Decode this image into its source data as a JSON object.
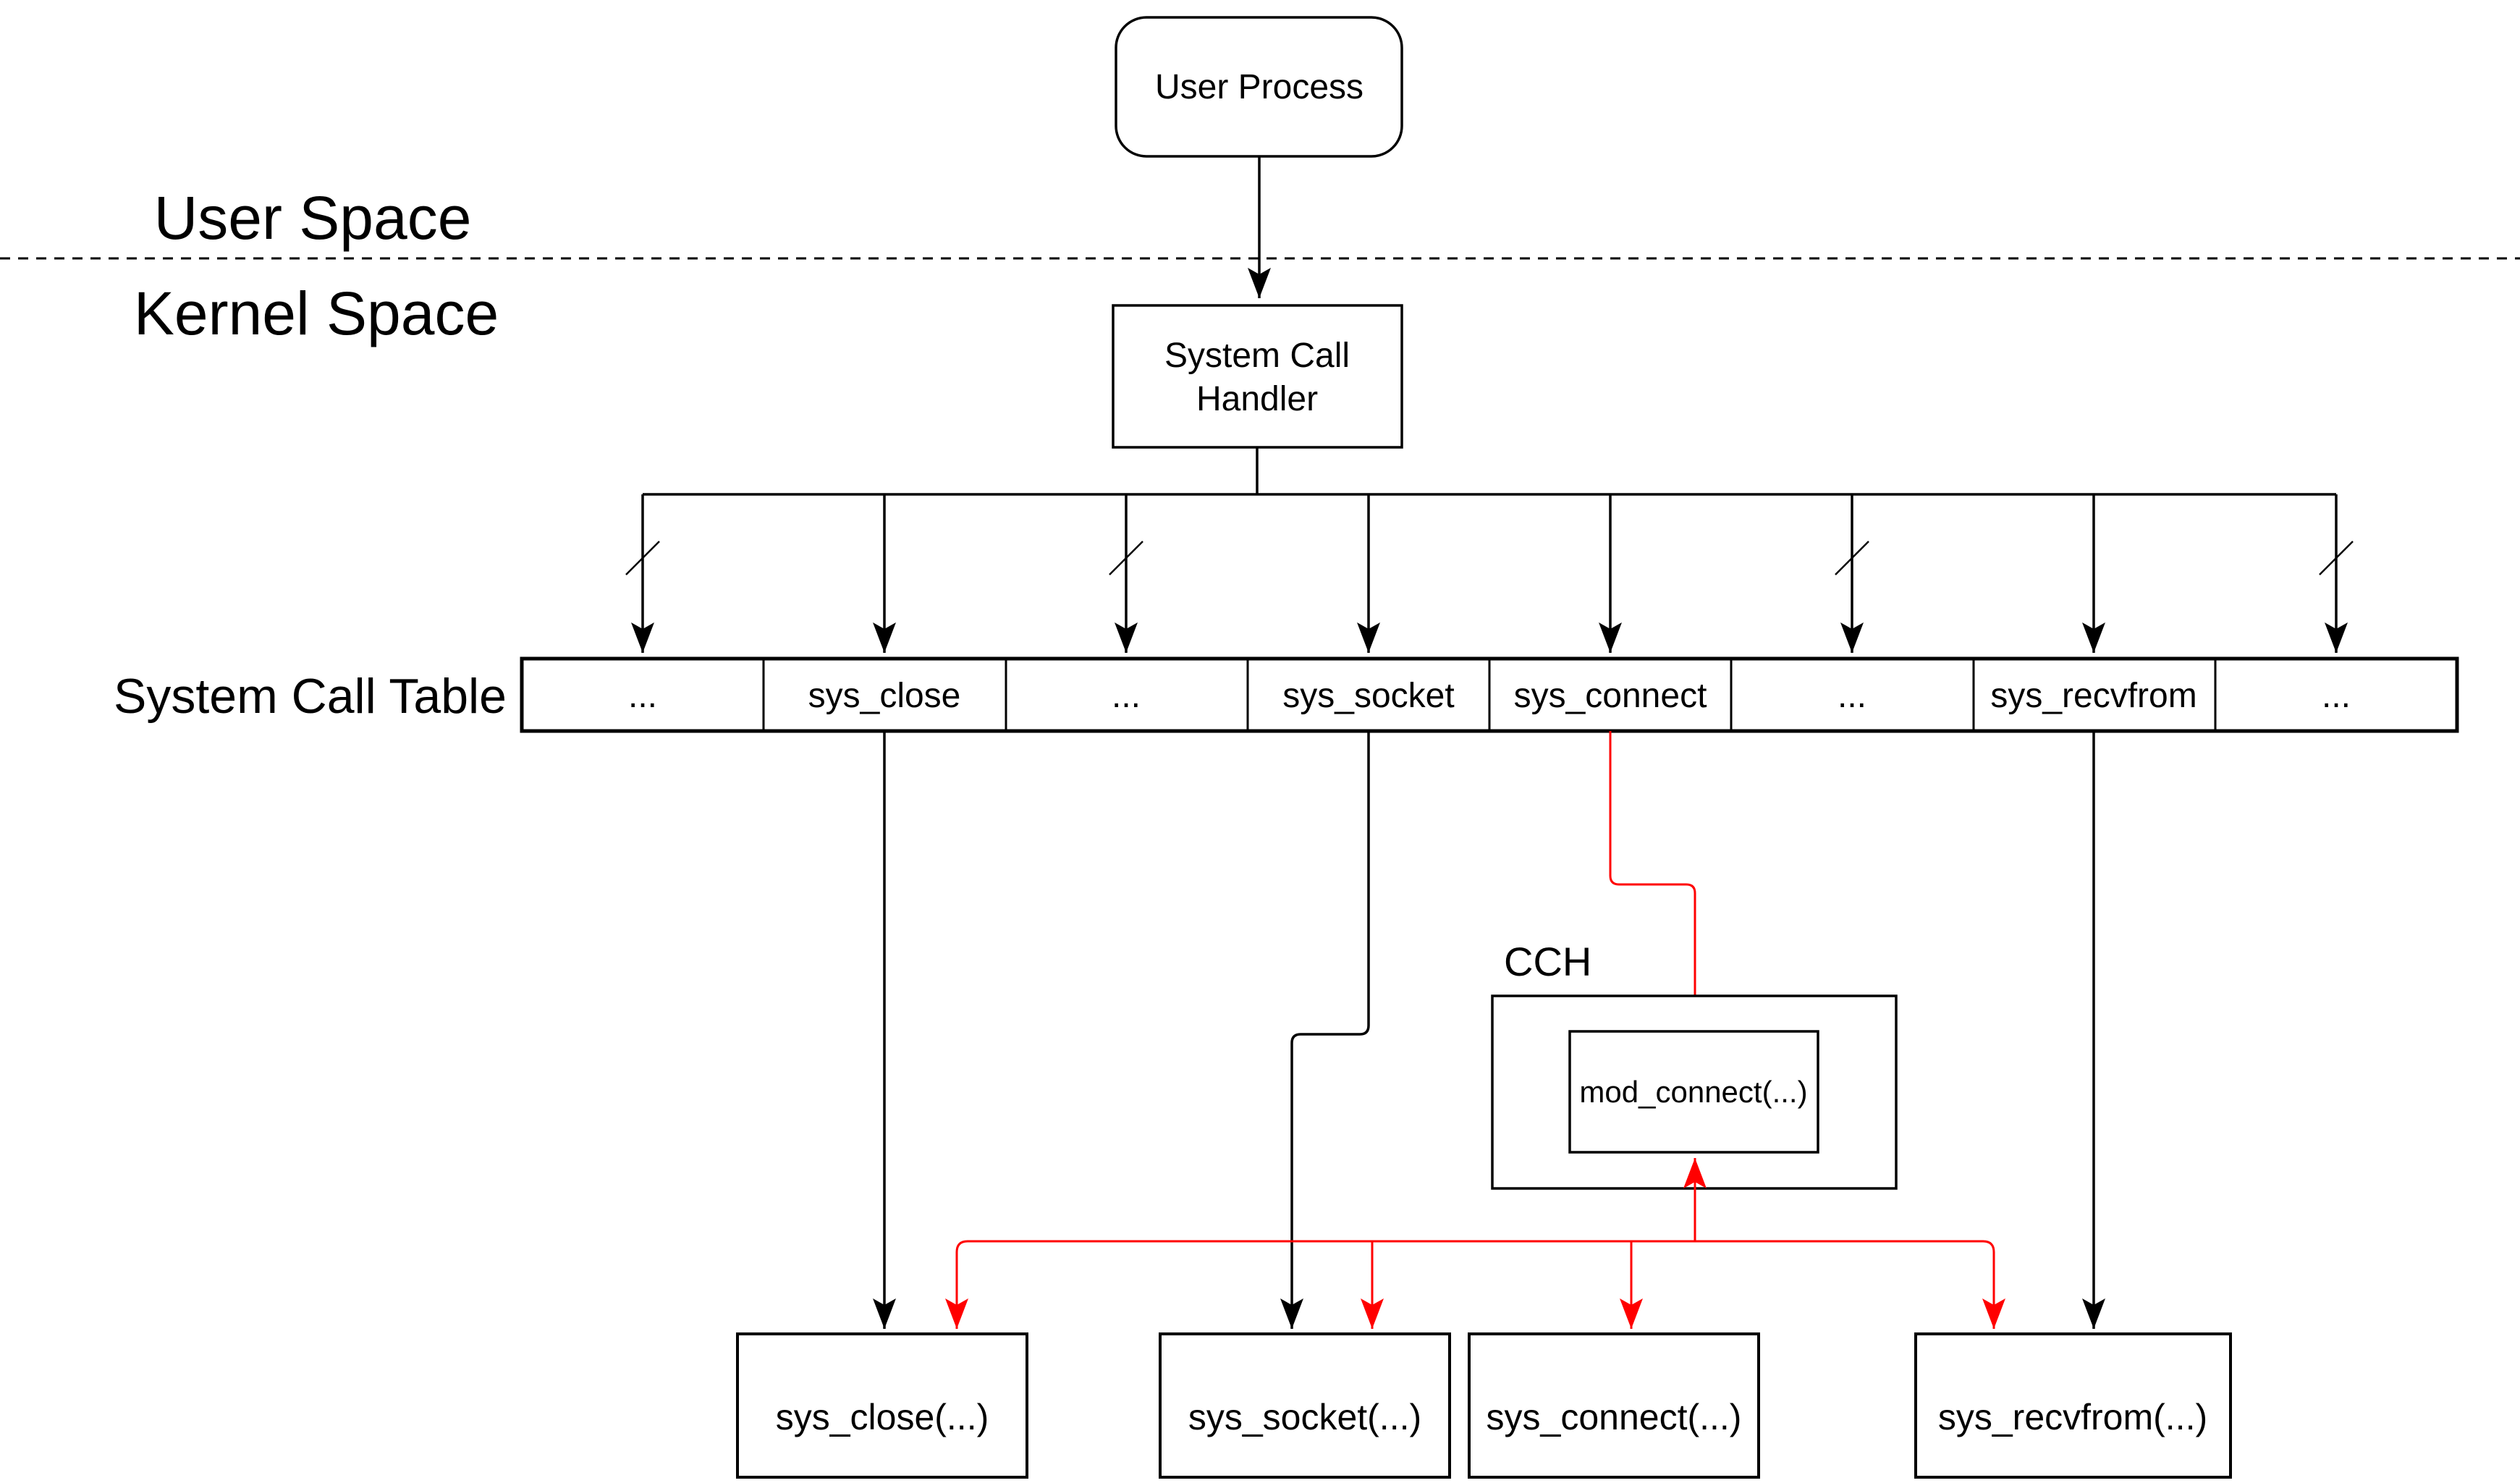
{
  "colors": {
    "line": "#000000",
    "hook_red": "#FF0000",
    "background": "#FFFFFF"
  },
  "regions": {
    "user_space": "User Space",
    "kernel_space": "Kernel Space"
  },
  "nodes": {
    "user_process": "User Process",
    "handler_line1": "System Call",
    "handler_line2": "Handler",
    "cch_label": "CCH",
    "mod_connect": "mod_connect(...)"
  },
  "table": {
    "label": "System Call Table",
    "cells": [
      "...",
      "sys_close",
      "...",
      "sys_socket",
      "sys_connect",
      "...",
      "sys_recvfrom",
      "..."
    ]
  },
  "handlers": {
    "sys_close": "sys_close(...)",
    "sys_socket": "sys_socket(...)",
    "sys_connect": "sys_connect(...)",
    "sys_recvfrom": "sys_recvfrom(...)"
  }
}
